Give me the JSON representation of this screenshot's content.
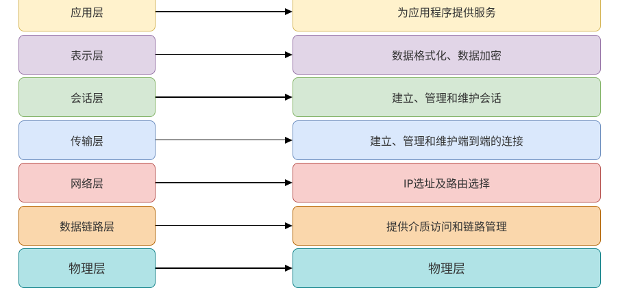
{
  "layers": [
    {
      "name": "应用层",
      "description": "为应用程序提供服务",
      "fill": "#fff2cc",
      "stroke": "#d6b656"
    },
    {
      "name": "表示层",
      "description": "数据格式化、数据加密",
      "fill": "#e1d5e7",
      "stroke": "#9673a6"
    },
    {
      "name": "会话层",
      "description": "建立、管理和维护会话",
      "fill": "#d5e8d4",
      "stroke": "#82b366"
    },
    {
      "name": "传输层",
      "description": "建立、管理和维护端到端的连接",
      "fill": "#dae8fc",
      "stroke": "#6c8ebf"
    },
    {
      "name": "网络层",
      "description": "IP选址及路由选择",
      "fill": "#f8cecc",
      "stroke": "#b85450"
    },
    {
      "name": "数据链路层",
      "description": "提供介质访问和链路管理",
      "fill": "#fad7ac",
      "stroke": "#b46504"
    },
    {
      "name": "物理层",
      "description": "物理层",
      "fill": "#b0e3e6",
      "stroke": "#0e8088"
    }
  ]
}
